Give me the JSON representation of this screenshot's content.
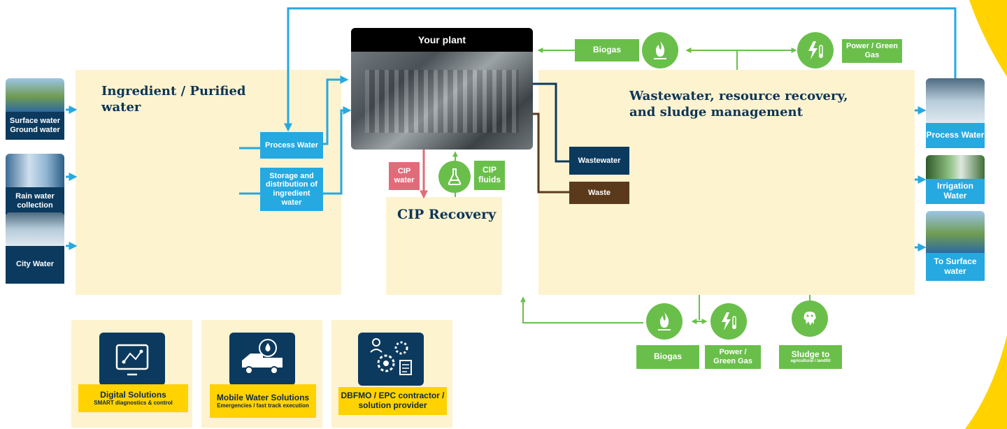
{
  "plant": {
    "title": "Your plant"
  },
  "ingredient": {
    "title": "Ingredient / Purified water"
  },
  "wastewater_panel": {
    "title": "Wastewater, resource recovery, and sludge management"
  },
  "cip": {
    "title": "CIP Recovery",
    "water_label": "CIP water",
    "fluids_label": "CIP fluids"
  },
  "sources": [
    {
      "label": "Surface water Ground water"
    },
    {
      "label": "Rain water collection"
    },
    {
      "label": "City Water"
    }
  ],
  "process_water": {
    "label": "Process Water"
  },
  "storage": {
    "label": "Storage and distribution of ingredient water"
  },
  "outputs": [
    {
      "label": "Process Water"
    },
    {
      "label": "Irrigation Water"
    },
    {
      "label": "To Surface water"
    }
  ],
  "streams": {
    "wastewater": "Wastewater",
    "waste": "Waste"
  },
  "top_recovery": {
    "biogas": "Biogas",
    "power": "Power / Green Gas"
  },
  "bottom_recovery": {
    "biogas": "Biogas",
    "power": "Power / Green Gas",
    "sludge": "Sludge to",
    "sludge_sub": "agricultural / landfill"
  },
  "services": [
    {
      "title": "Digital Solutions",
      "subtitle": "SMART diagnostics & control"
    },
    {
      "title": "Mobile Water Solutions",
      "subtitle": "Emergencies / fast track execution"
    },
    {
      "title": "DBFMO / EPC contractor / solution provider",
      "subtitle": ""
    }
  ],
  "colors": {
    "blue": "#25a9e0",
    "navy": "#0c3a5e",
    "green": "#6abf4b",
    "brown": "#5b3a1b",
    "pink": "#e06c7a",
    "yellow": "#ffd200",
    "panel": "#fdf3cf"
  }
}
